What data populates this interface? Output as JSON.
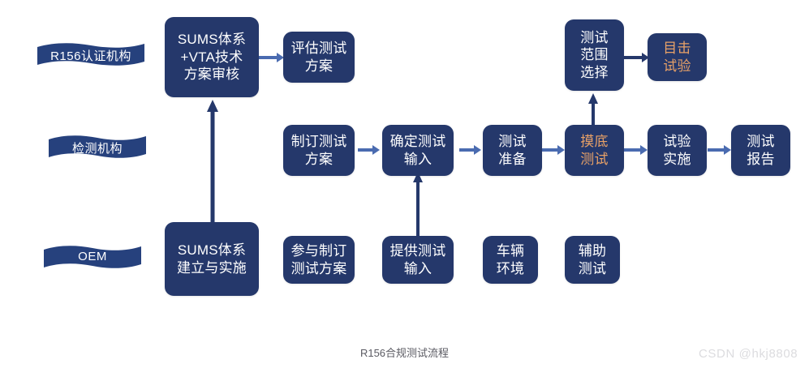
{
  "theme": {
    "box_fill": "#25386b",
    "box_text": "#ffffff",
    "accent_text": "#e8a167",
    "arrow_short": "#4a6bb0",
    "arrow_long": "#25386b",
    "ribbon_fill": "#26417d",
    "caption_color": "#5a5a62",
    "watermark_color": "#dcdcdf",
    "background": "#ffffff"
  },
  "lanes": [
    {
      "id": "lane-certification",
      "label": "R156认证机构"
    },
    {
      "id": "lane-testing-agency",
      "label": "检测机构"
    },
    {
      "id": "lane-oem",
      "label": "OEM"
    }
  ],
  "nodes": [
    {
      "id": "sums-vta-review",
      "label": "SUMS体系\n+VTA技术\n方案审核",
      "lane": "lane-certification",
      "accent": false
    },
    {
      "id": "evaluate-test-plan",
      "label": "评估测试\n方案",
      "lane": "lane-certification",
      "accent": false
    },
    {
      "id": "test-scope-selection",
      "label": "测试\n范围\n选择",
      "lane": "lane-certification",
      "accent": false
    },
    {
      "id": "witness-test",
      "label": "目击\n试验",
      "lane": "lane-certification",
      "accent": true
    },
    {
      "id": "draft-test-plan",
      "label": "制订测试\n方案",
      "lane": "lane-testing-agency",
      "accent": false
    },
    {
      "id": "confirm-test-input",
      "label": "确定测试\n输入",
      "lane": "lane-testing-agency",
      "accent": false
    },
    {
      "id": "test-preparation",
      "label": "测试\n准备",
      "lane": "lane-testing-agency",
      "accent": false
    },
    {
      "id": "baseline-test",
      "label": "摸底\n测试",
      "lane": "lane-testing-agency",
      "accent": true
    },
    {
      "id": "test-execution",
      "label": "试验\n实施",
      "lane": "lane-testing-agency",
      "accent": false
    },
    {
      "id": "test-report",
      "label": "测试\n报告",
      "lane": "lane-testing-agency",
      "accent": false
    },
    {
      "id": "sums-establish",
      "label": "SUMS体系\n建立与实施",
      "lane": "lane-oem",
      "accent": false
    },
    {
      "id": "participate-draft",
      "label": "参与制订\n测试方案",
      "lane": "lane-oem",
      "accent": false
    },
    {
      "id": "provide-test-input",
      "label": "提供测试\n输入",
      "lane": "lane-oem",
      "accent": false
    },
    {
      "id": "vehicle-environment",
      "label": "车辆\n环境",
      "lane": "lane-oem",
      "accent": false
    },
    {
      "id": "auxiliary-test",
      "label": "辅助\n测试",
      "lane": "lane-oem",
      "accent": false
    }
  ],
  "caption": "R156合规测试流程",
  "watermark": "CSDN @hkj8808"
}
